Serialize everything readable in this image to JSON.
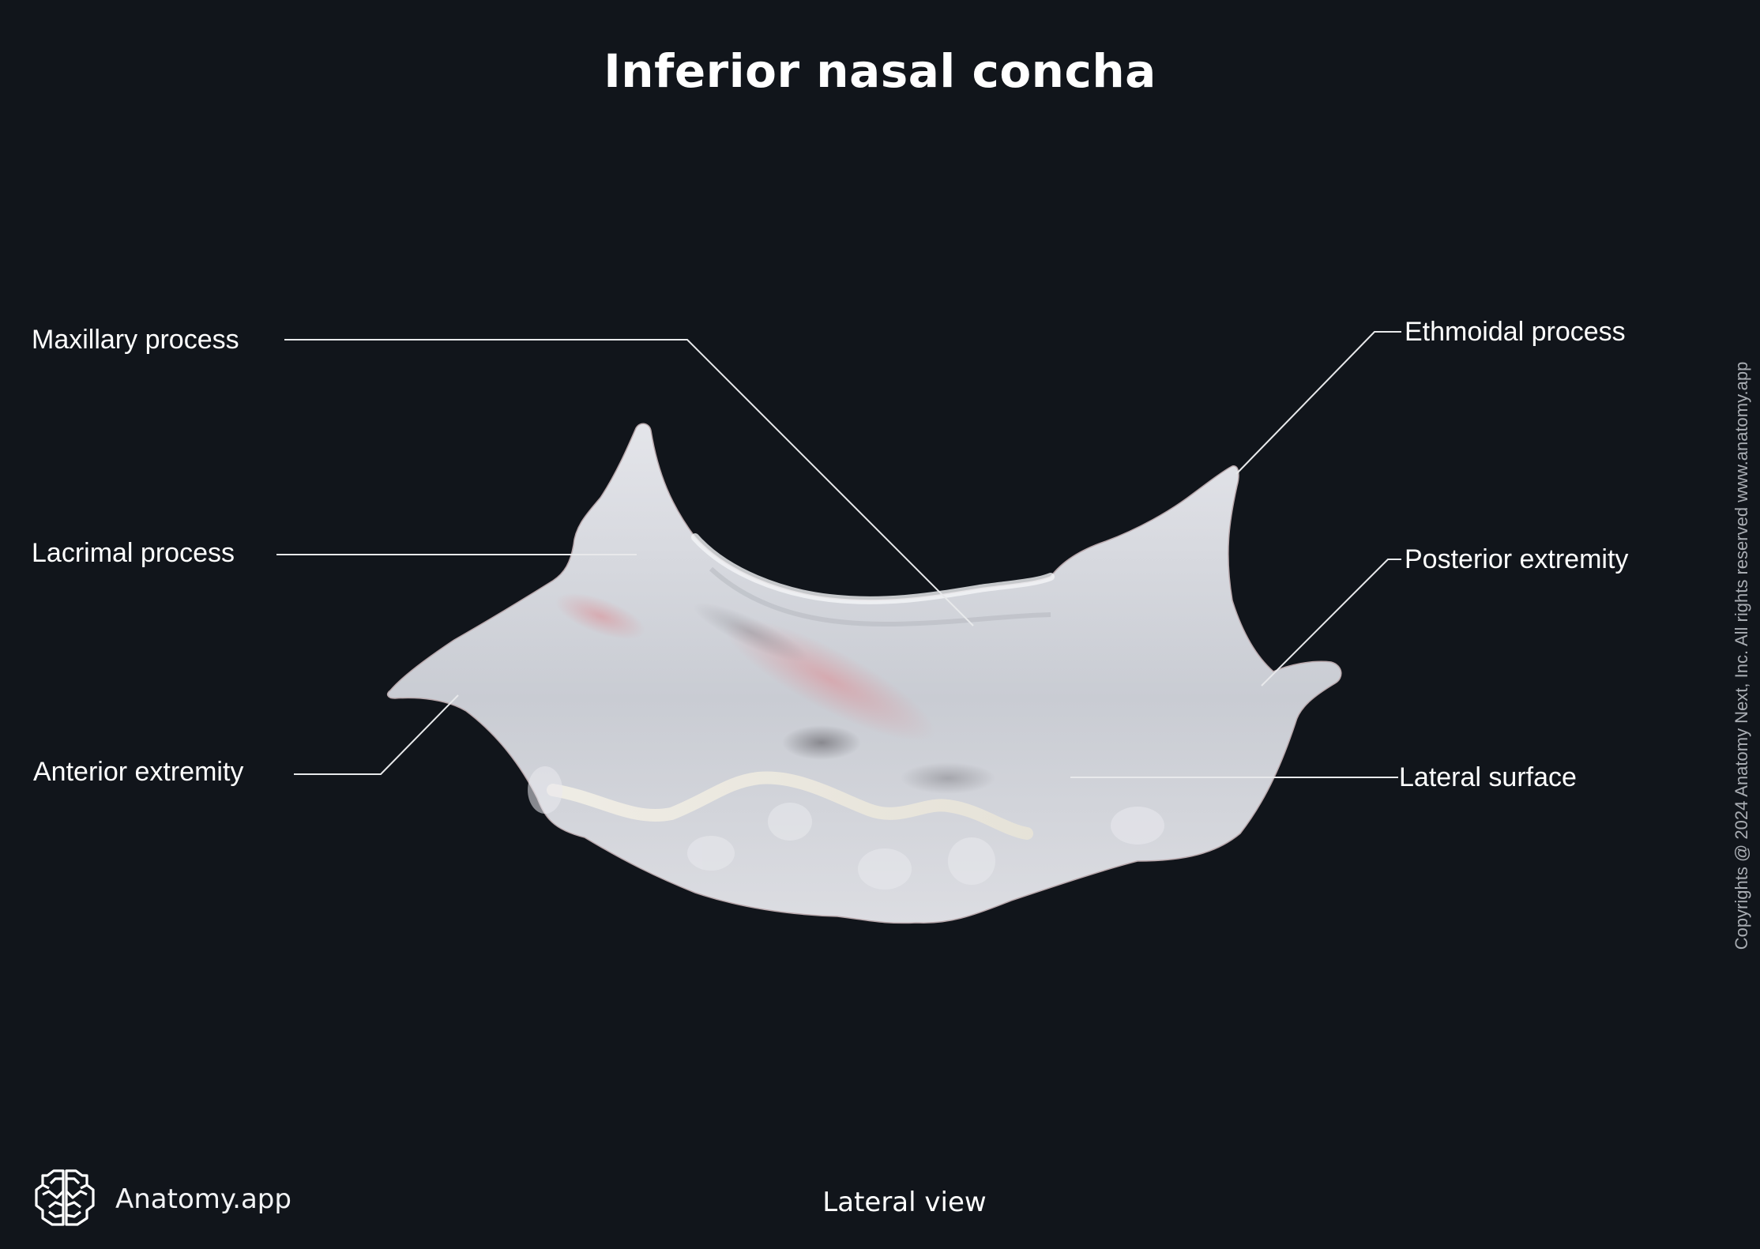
{
  "title": "Inferior nasal concha",
  "view": "Lateral view",
  "brand": {
    "name": "Anatomy.app",
    "icon": "brain-icon"
  },
  "copyright": "Copyrights @ 2024 Anatomy Next, Inc. All rights reserved www.anatomy.app",
  "colors": {
    "background": "#11151b",
    "text": "#ffffff",
    "leader_line": "#e8e9eb",
    "bone": "#d6d8de",
    "bone_shadow": "#a9adb6",
    "bone_tint": "#d9a3a8"
  },
  "labels": {
    "left": [
      {
        "id": "maxillary-process",
        "text": "Maxillary process"
      },
      {
        "id": "lacrimal-process",
        "text": "Lacrimal process"
      },
      {
        "id": "anterior-extremity",
        "text": "Anterior extremity"
      }
    ],
    "right": [
      {
        "id": "ethmoidal-process",
        "text": "Ethmoidal process"
      },
      {
        "id": "posterior-extremity",
        "text": "Posterior extremity"
      },
      {
        "id": "lateral-surface",
        "text": "Lateral surface"
      }
    ]
  }
}
